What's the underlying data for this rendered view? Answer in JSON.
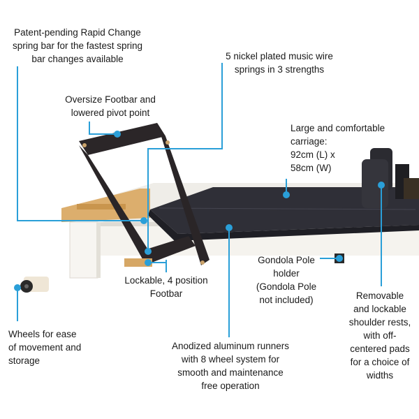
{
  "colors": {
    "accent": "#2a9fd8",
    "frame": "#f3f1ec",
    "upholstery": "#2c2c33",
    "metal": "#2a2628",
    "wood": "#d9a864"
  },
  "callouts": {
    "spring_bar": "Patent-pending Rapid Change\nspring bar for the fastest spring\nbar changes available",
    "springs": "5 nickel plated music wire\nsprings in 3 strengths",
    "footbar": "Oversize Footbar and\nlowered pivot point",
    "carriage": "Large and comfortable\ncarriage:\n92cm (L) x\n58cm (W)",
    "gondola": "Gondola Pole\nholder\n(Gondola Pole\nnot included)",
    "footbar_position": "Lockable, 4 position\nFootbar",
    "wheels": "Wheels for ease\nof movement and\nstorage",
    "runners": "Anodized aluminum runners\nwith 8 wheel system for\nsmooth and maintenance\nfree operation",
    "shoulder_rests": "Removable\nand lockable\nshoulder rests,\nwith off-\ncentered pads\nfor a choice of\nwidths"
  }
}
